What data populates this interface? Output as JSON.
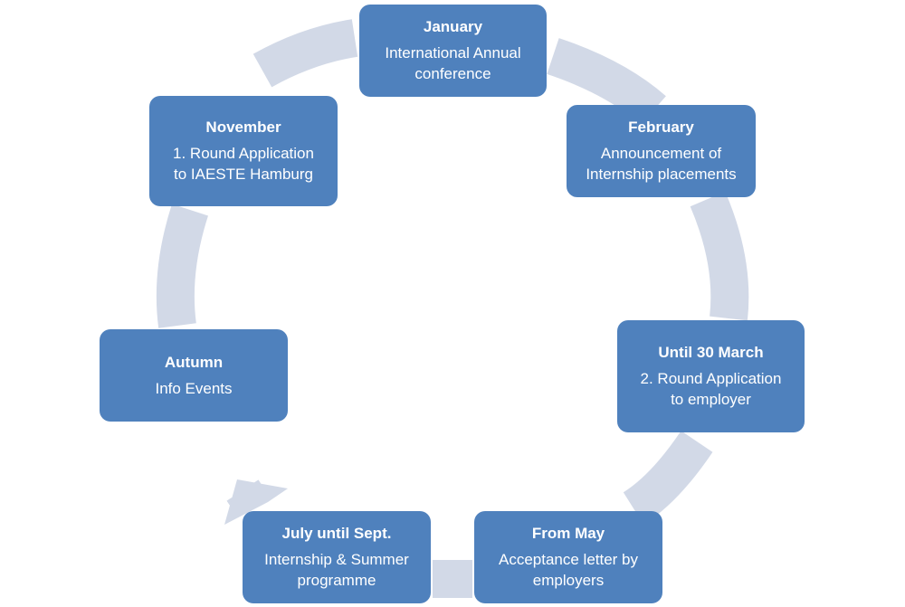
{
  "colors": {
    "node_fill": "#4f81bd",
    "node_text": "#ffffff",
    "ring": "#d2d9e7"
  },
  "cycle": [
    {
      "id": "january",
      "title": "January",
      "description": "International Annual\nconference"
    },
    {
      "id": "february",
      "title": "February",
      "description": "Announcement  of\nInternship placements"
    },
    {
      "id": "march",
      "title": "Until 30 March",
      "description": "2. Round Application\nto employer"
    },
    {
      "id": "may",
      "title": "From May",
      "description": "Acceptance letter by\nemployers"
    },
    {
      "id": "july",
      "title": "July until Sept.",
      "description": "Internship & Summer\nprogramme"
    },
    {
      "id": "autumn",
      "title": "Autumn",
      "description": "Info Events"
    },
    {
      "id": "november",
      "title": "November",
      "description": "1. Round Application\nto IAESTE Hamburg"
    }
  ]
}
